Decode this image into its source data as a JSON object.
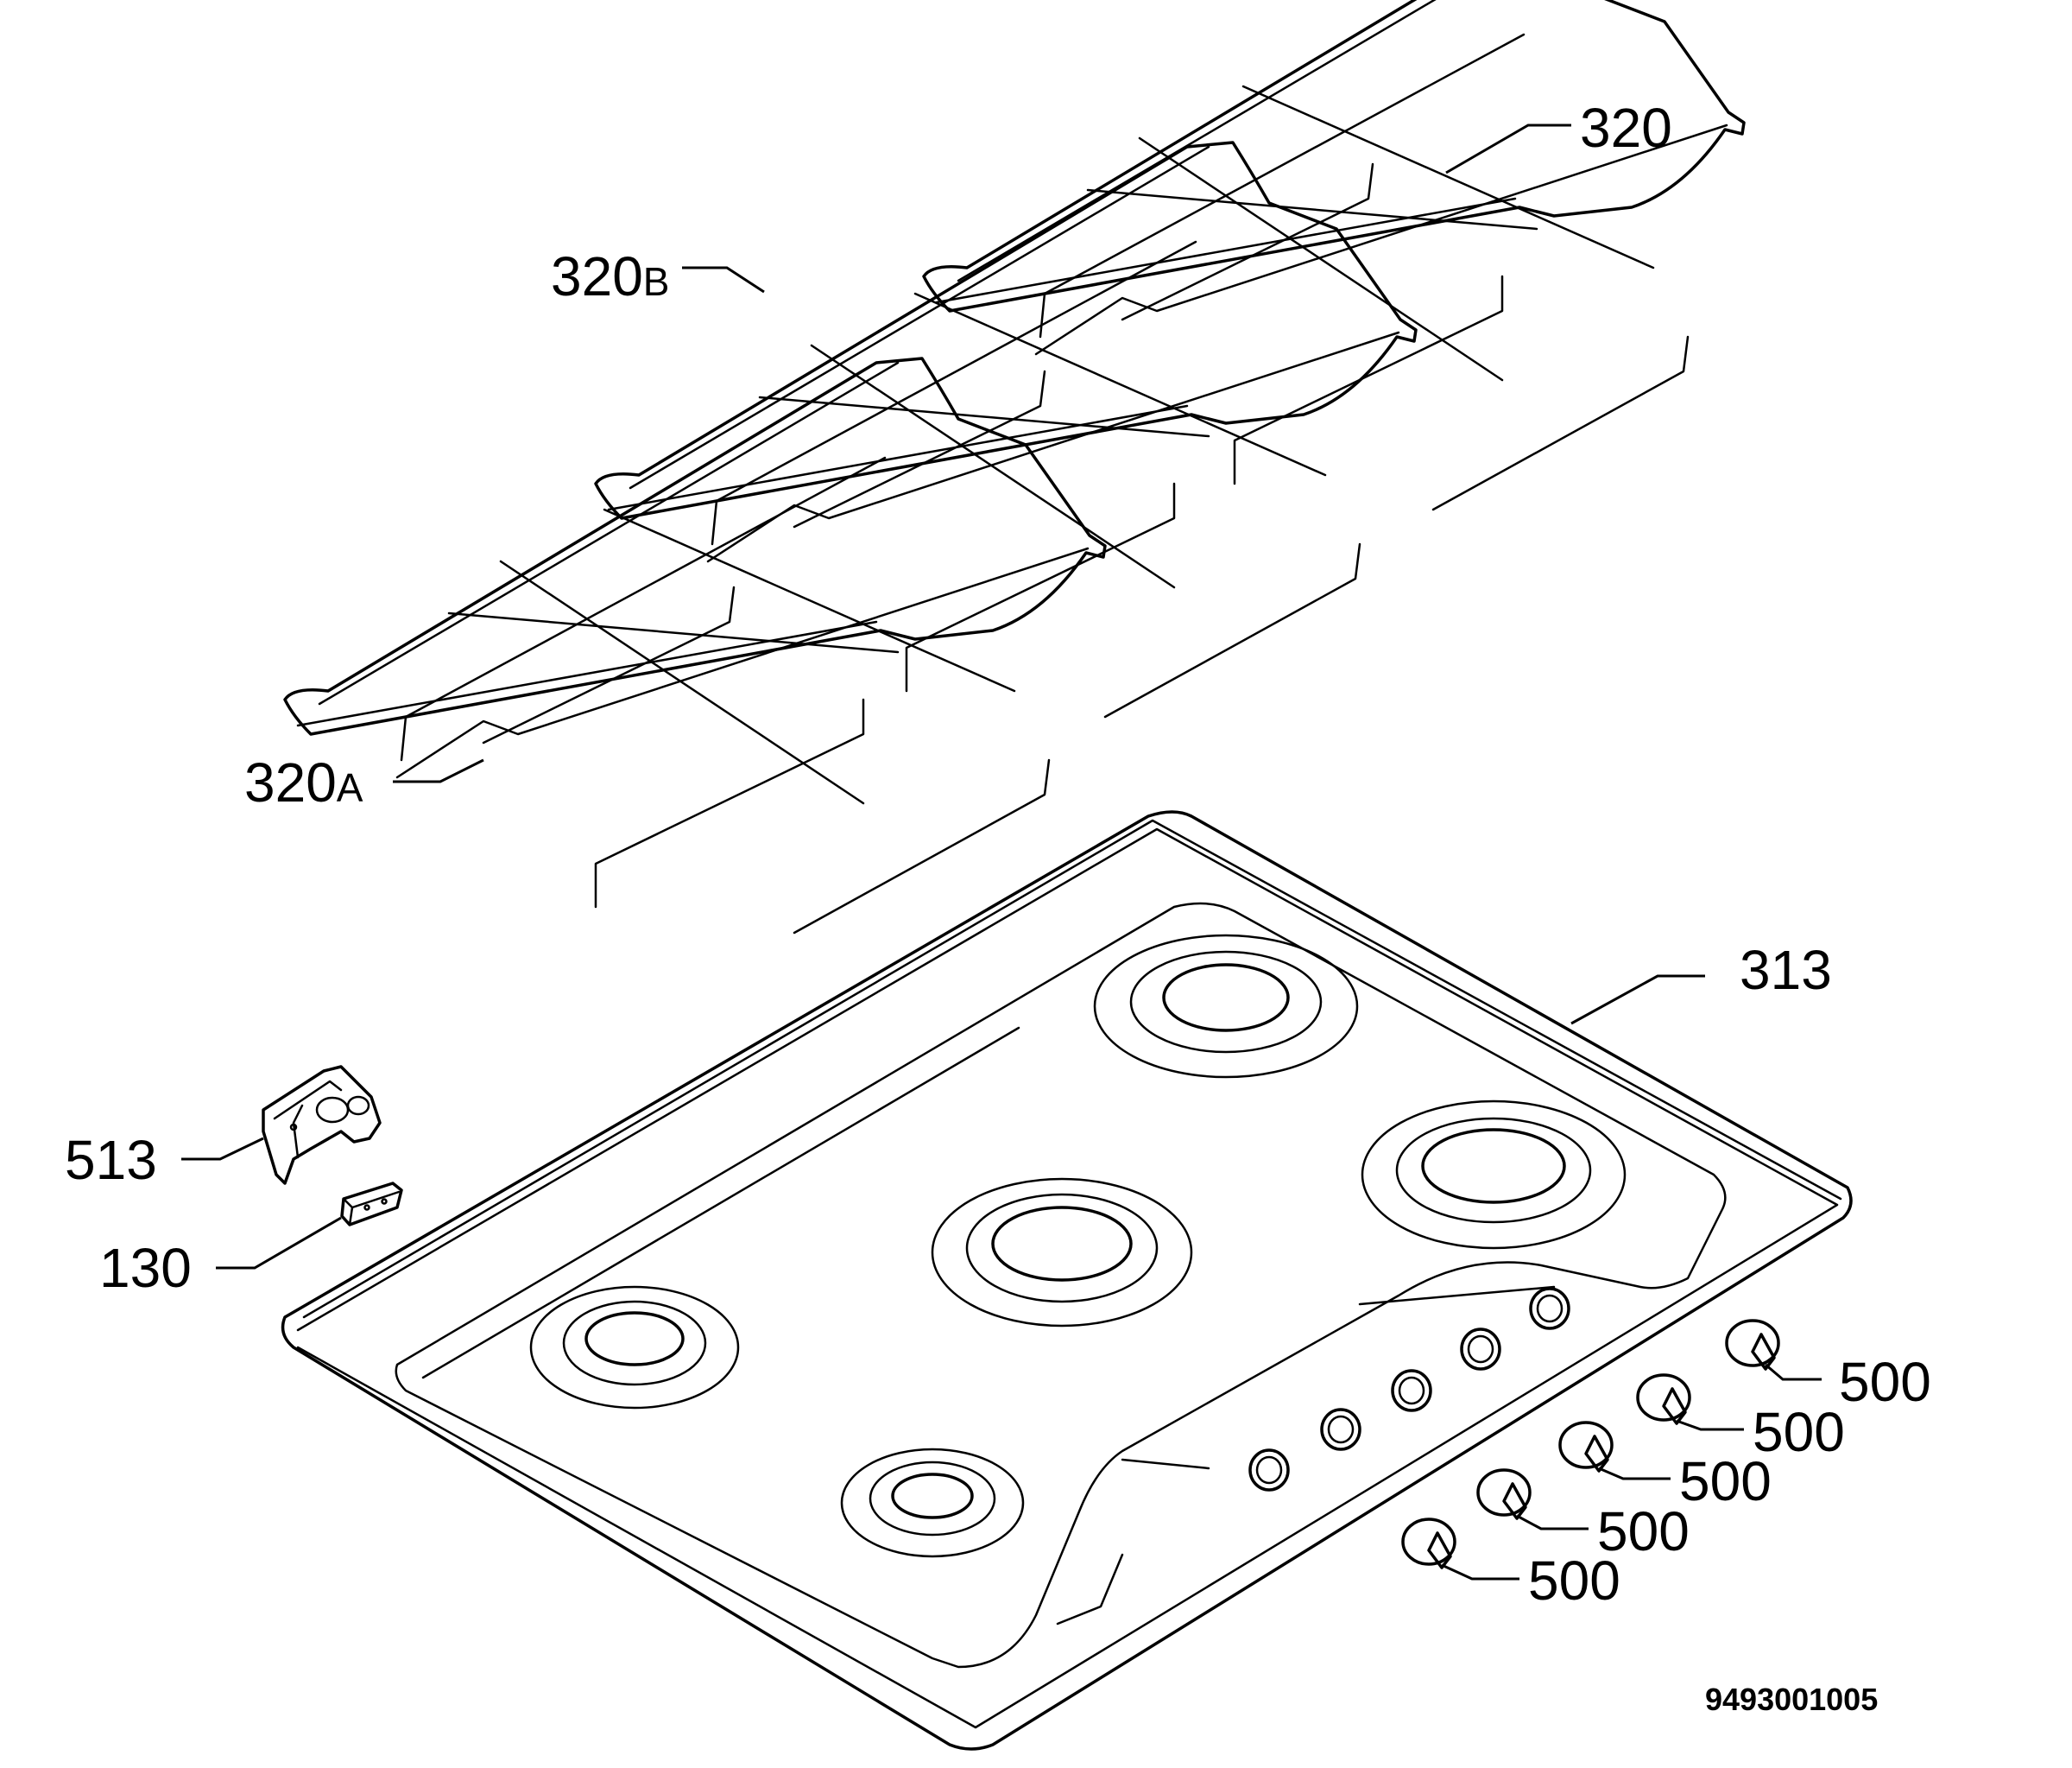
{
  "callouts": {
    "grate_rear": "320",
    "grate_middle_main": "320",
    "grate_middle_suffix": "B",
    "grate_front_main": "320",
    "grate_front_suffix": "A",
    "hob_top": "313",
    "bracket": "513",
    "clip": "130",
    "knob_1": "500",
    "knob_2": "500",
    "knob_3": "500",
    "knob_4": "500",
    "knob_5": "500"
  },
  "drawing_number": "9493001005"
}
